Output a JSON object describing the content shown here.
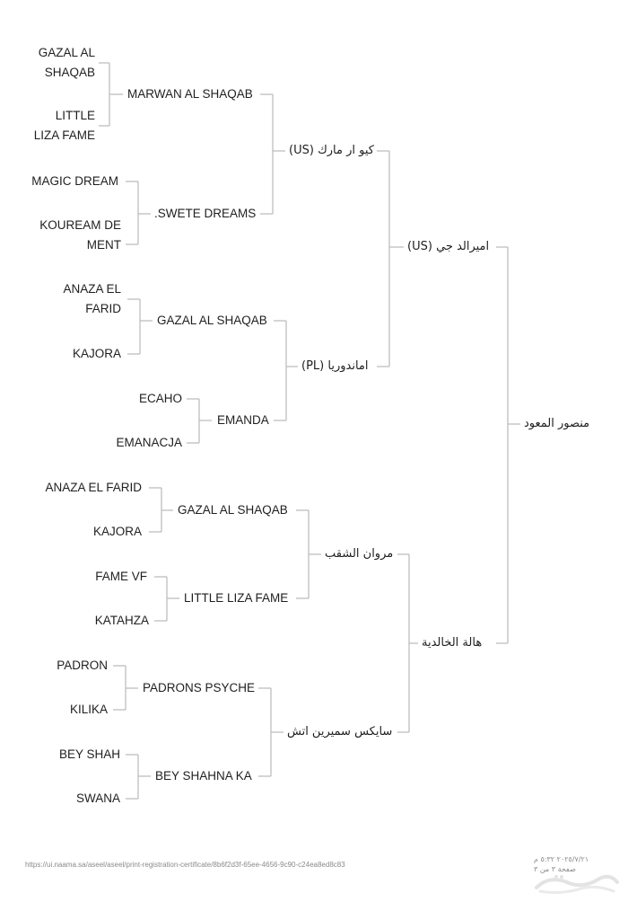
{
  "pedigree": {
    "root": "منصور المعود",
    "sire": "اميرالد جي (US)",
    "dam": "هالة الخالدية",
    "sire_sire": "كيو ار مارك (US)",
    "sire_dam": "اماندوريا (PL)",
    "dam_sire": "مروان الشقب",
    "dam_dam": "سايكس سميرين اتش",
    "g3": {
      "ss_s": "MARWAN AL SHAQAB",
      "ss_d": ".SWETE DREAMS",
      "sd_s": "GAZAL AL SHAQAB",
      "sd_d": "EMANDA",
      "ds_s": "GAZAL AL SHAQAB",
      "ds_d": "LITTLE LIZA FAME",
      "dd_s": "PADRONS PSYCHE",
      "dd_d": "BEY SHAHNA KA"
    },
    "g4": {
      "l1": [
        "GAZAL AL",
        "SHAQAB"
      ],
      "l2": [
        "LITTLE",
        "LIZA FAME"
      ],
      "l3": "MAGIC DREAM",
      "l4": [
        "KOUREAM DE",
        "MENT"
      ],
      "l5": [
        "ANAZA EL",
        "FARID"
      ],
      "l6": "KAJORA",
      "l7": "ECAHO",
      "l8": "EMANACJA",
      "l9": "ANAZA EL FARID",
      "l10": "KAJORA",
      "l11": "FAME VF",
      "l12": "KATAHZA",
      "l13": "PADRON",
      "l14": "KILIKA",
      "l15": "BEY SHAH",
      "l16": "SWANA"
    }
  },
  "footer": {
    "url": "https://ui.naama.sa/aseel/aseel/print-registration-certificate/8b6f2d3f-65ee-4656-9c90-c24ea8ed8c83",
    "print_date": "٢٠٢٥/٧/٢١ ٥:٣٢ م",
    "page": "صفحة ٣ من ٣"
  }
}
